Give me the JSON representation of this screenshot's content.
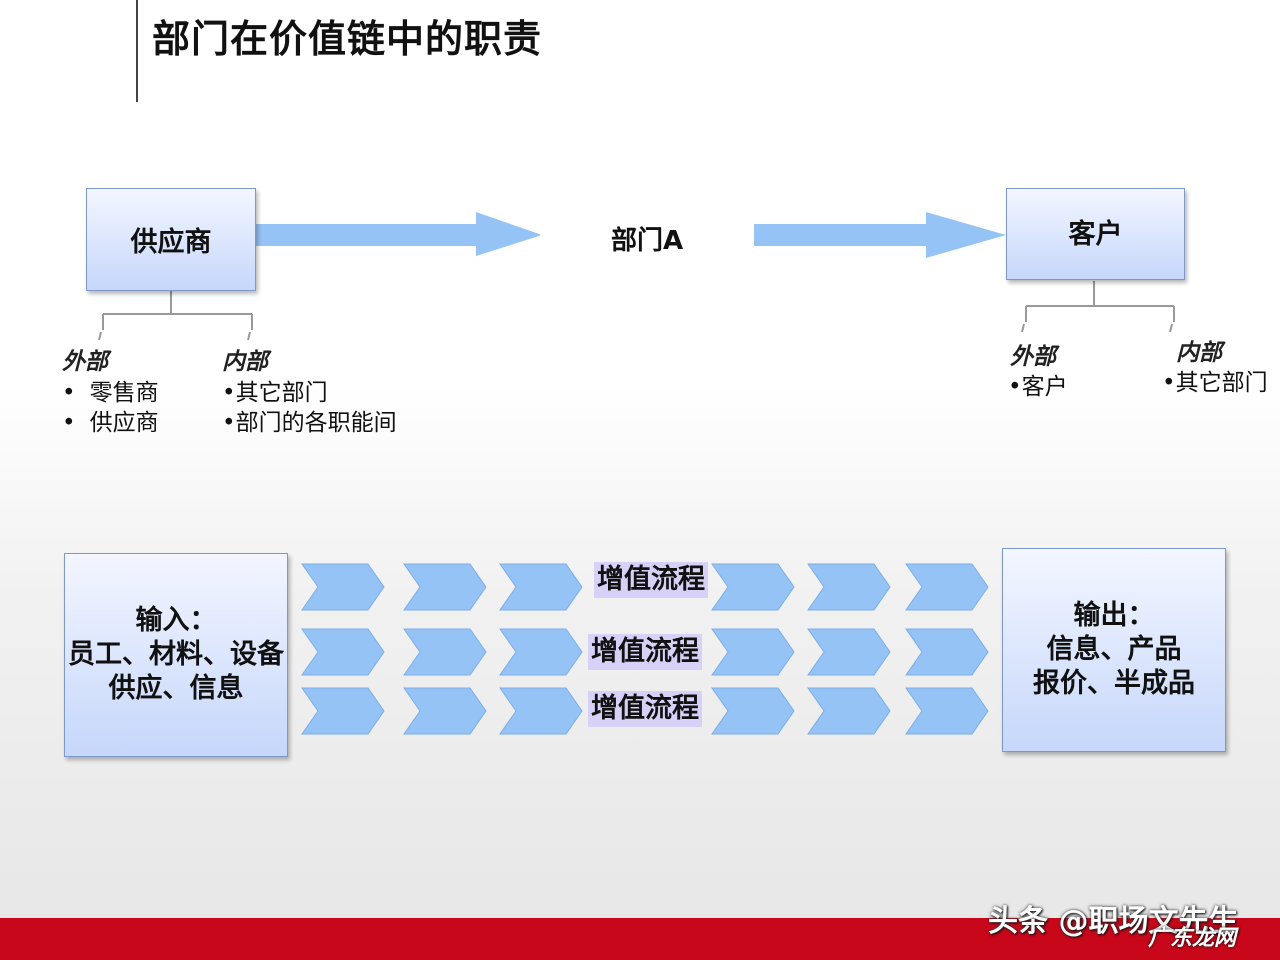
{
  "title": "部门在价值链中的职责",
  "top_chain": {
    "supplier": "供应商",
    "department": "部门A",
    "customer": "客户"
  },
  "supplier_branches": {
    "external": {
      "label": "外部",
      "items": [
        "零售商",
        "供应商"
      ]
    },
    "internal": {
      "label": "内部",
      "items": [
        "其它部门",
        "部门的各职能间"
      ]
    }
  },
  "customer_branches": {
    "external": {
      "label": "外部",
      "items": [
        "客户"
      ]
    },
    "internal": {
      "label": "内部",
      "items": [
        "其它部门"
      ]
    }
  },
  "input_box": {
    "heading": "输入：",
    "lines": [
      "员工、材料、设备",
      "供应、信息"
    ]
  },
  "output_box": {
    "heading": "输出：",
    "lines": [
      "信息、产品",
      "报价、半成品"
    ]
  },
  "flows": [
    "增值流程",
    "增值流程",
    "增值流程"
  ],
  "bullet": "•",
  "watermark": "头条 @职场文先生",
  "watermark_site": "广东龙网",
  "colors": {
    "arrow": "#96c3f5",
    "box_top": "#f3f6ff",
    "box_bottom": "#c6d7fb",
    "flow_label_bg": "#d7d1f7",
    "footer": "#c8081a"
  }
}
